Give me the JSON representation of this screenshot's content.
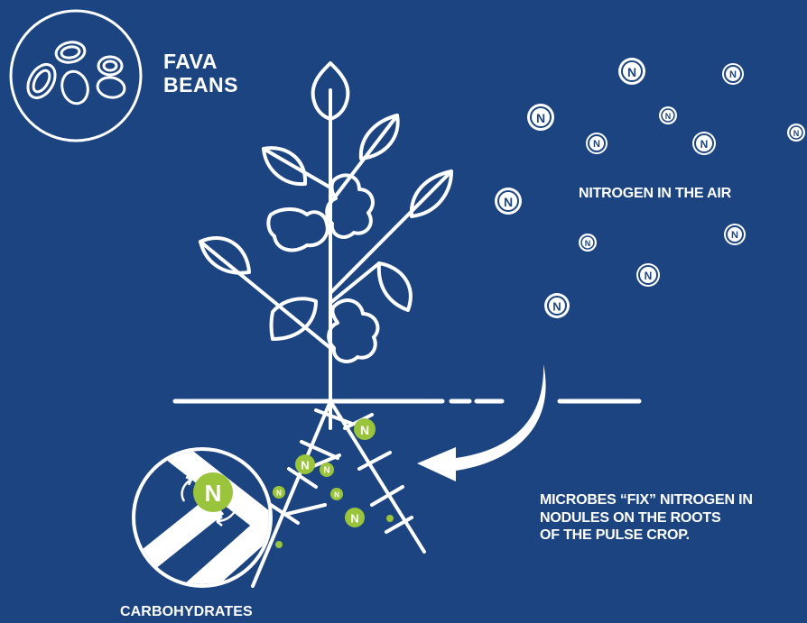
{
  "title": {
    "line1": "FAVA",
    "line2": "BEANS"
  },
  "air_label": "NITROGEN IN THE AIR",
  "microbes": {
    "line1": "MICROBES “FIX” NITROGEN IN",
    "line2": "NODULES ON THE ROOTS",
    "line3": "OF THE PULSE CROP."
  },
  "carbohydrates_label": "CARBOHYDRATES",
  "nitrogen_symbol": "N",
  "colors": {
    "background": "#1b4480",
    "line": "#ffffff",
    "nitrogen_green": "#9ac43c"
  },
  "icons": [
    "beans-icon",
    "plant-illustration",
    "nitrogen-atom-icon",
    "curved-arrow-icon",
    "magnified-root-icon"
  ]
}
